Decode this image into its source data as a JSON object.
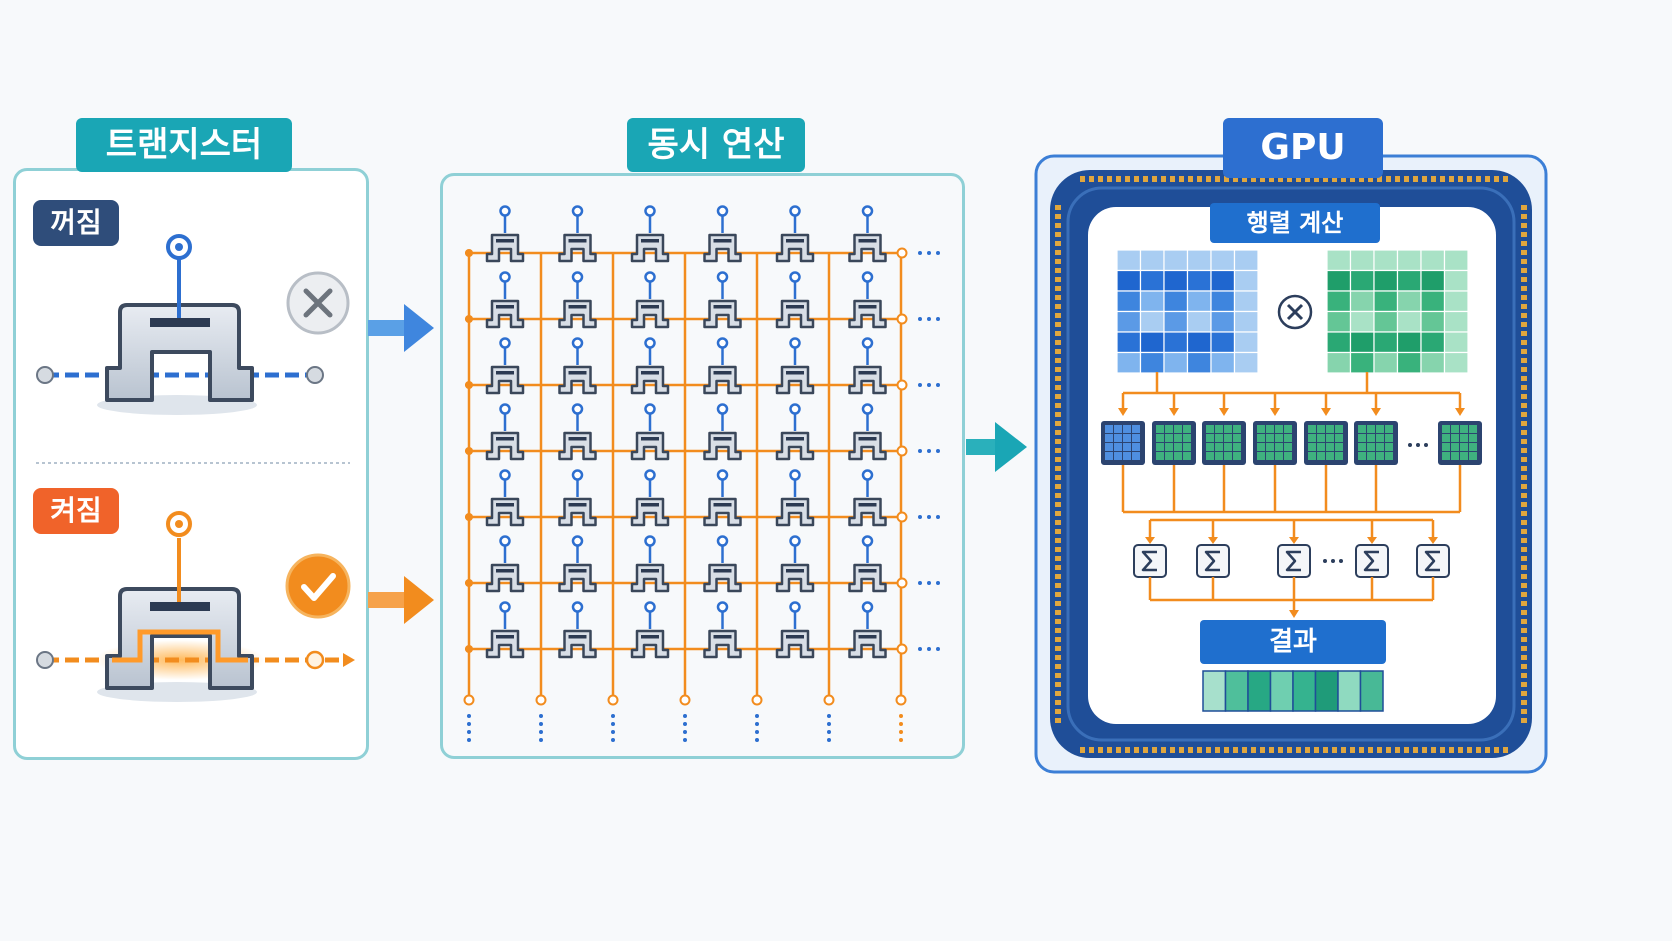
{
  "transistor_panel": {
    "title": "트랜지스터",
    "off_label": "꺼짐",
    "on_label": "켜짐"
  },
  "parallel_panel": {
    "title": "동시 연산",
    "grid": {
      "rows": 7,
      "cols": 6
    }
  },
  "gpu_panel": {
    "title": "GPU",
    "matrix_label": "행렬 계산",
    "result_label": "결과"
  },
  "colors": {
    "teal": "#1aa6b5",
    "blue": "#2d6fd0",
    "orange": "#f28c1e",
    "off_badge": "#2f4d7a",
    "on_badge": "#f0632a"
  },
  "icons": [
    "close-icon",
    "check-icon",
    "multiply-icon",
    "sigma-icon",
    "arrow-right-icon"
  ]
}
